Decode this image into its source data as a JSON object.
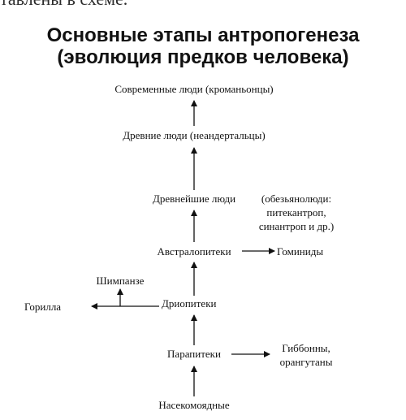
{
  "header_cut_text": "тавлены в схеме.",
  "title_line1": "Основные этапы антропогенеза",
  "title_line2": "(эволюция предков человека)",
  "nodes": {
    "modern": "Современные люди (кроманьонцы)",
    "ancient": "Древние люди (неандертальцы)",
    "oldest": "Древнейшие люди",
    "oldest_note_1": "(обезьянолюди:",
    "oldest_note_2": "питекантроп,",
    "oldest_note_3": "синантроп и др.)",
    "australopithecus": "Австралопитеки",
    "hominids": "Гоминиды",
    "chimpanzee": "Шимпанзе",
    "gorilla": "Горилла",
    "dryopithecus": "Дриопитеки",
    "parapithecus": "Парапитеки",
    "gibbons_1": "Гиббонны,",
    "gibbons_2": "орангутаны",
    "insectivores": "Насекомоядные"
  }
}
